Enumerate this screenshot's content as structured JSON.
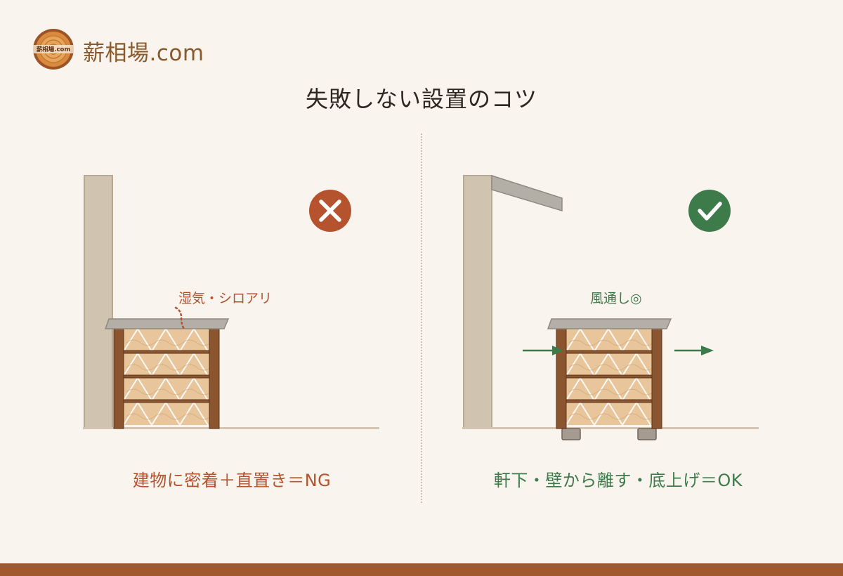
{
  "header": {
    "logo_text": "薪相場.com",
    "site_name": "薪相場.com"
  },
  "title": "失敗しない設置のコツ",
  "panels": {
    "ng": {
      "icon": "x-mark-icon",
      "icon_color": "#b5532e",
      "note": "湿気・シロアリ",
      "caption": "建物に密着＋直置き＝NG"
    },
    "ok": {
      "icon": "check-mark-icon",
      "icon_color": "#3e7b4a",
      "note": "風通し◎",
      "caption": "軒下・壁から離す・底上げ＝OK"
    }
  },
  "colors": {
    "background": "#f9f4ee",
    "wall": "#d0c4b0",
    "rack": "#8b5530",
    "wood": "#e8c59a",
    "roof": "#b3afa6",
    "footer": "#a0582c",
    "ng": "#b5532e",
    "ok": "#3e7b4a"
  }
}
